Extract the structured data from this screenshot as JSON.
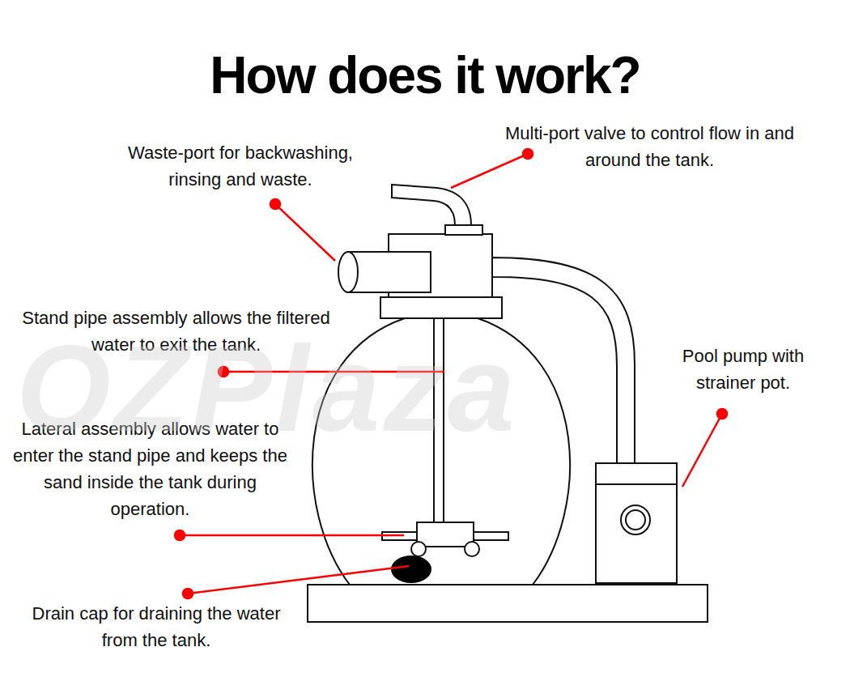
{
  "diagram": {
    "title": "How does it work?",
    "labels": [
      "Waste-port for backwashing, rinsing and waste.",
      "Multi-port valve to control flow in and around the tank.",
      "Stand pipe assembly allows the filtered water to exit the tank.",
      "Pool pump with strainer pot.",
      "Lateral assembly allows water to enter the stand pipe and keeps the sand inside the tank during operation.",
      "Drain cap for draining the water from the tank.",
      "OZPlaza"
    ]
  }
}
